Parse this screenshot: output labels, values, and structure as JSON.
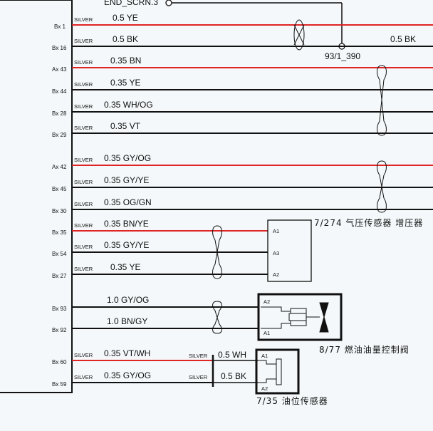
{
  "colors": {
    "red": "#e02424",
    "black": "#111111"
  },
  "top_label": "END_SCRN.3",
  "splice_label": "93/1_390",
  "right_wire_label": "0.5  BK",
  "rows": [
    {
      "pin": "Bx 1",
      "silver": "SILVER",
      "label": "0.5  YE",
      "color": "red"
    },
    {
      "pin": "Bx 16",
      "silver": "SILVER",
      "label": "0.5  BK",
      "color": "black"
    },
    {
      "pin": "Ax 43",
      "silver": "SILVER",
      "label": "0.35  BN",
      "color": "red"
    },
    {
      "pin": "Bx 44",
      "silver": "SILVER",
      "label": "0.35  YE",
      "color": "black"
    },
    {
      "pin": "Bx 28",
      "silver": "SILVER",
      "label": "0.35  WH/OG",
      "color": "black"
    },
    {
      "pin": "Bx 29",
      "silver": "SILVER",
      "label": "0.35  VT",
      "color": "black"
    },
    {
      "pin": "Ax 42",
      "silver": "SILVER",
      "label": "0.35  GY/OG",
      "color": "red"
    },
    {
      "pin": "Bx 45",
      "silver": "SILVER",
      "label": "0.35  GY/YE",
      "color": "black"
    },
    {
      "pin": "Bx 30",
      "silver": "SILVER",
      "label": "0.35  OG/GN",
      "color": "black"
    },
    {
      "pin": "Bx 35",
      "silver": "SILVER",
      "label": "0.35  BN/YE",
      "color": "red"
    },
    {
      "pin": "Bx 54",
      "silver": "SILVER",
      "label": "0.35  GY/YE",
      "color": "black"
    },
    {
      "pin": "Bx 27",
      "silver": "SILVER",
      "label": "0.35  YE",
      "color": "black"
    },
    {
      "pin": "Bx 93",
      "silver": "",
      "label": "1.0  GY/OG",
      "color": "black"
    },
    {
      "pin": "Bx 92",
      "silver": "",
      "label": "1.0  BN/GY",
      "color": "black"
    },
    {
      "pin": "Bx 60",
      "silver": "SILVER",
      "label": "0.35  VT/WH",
      "color": "red"
    },
    {
      "pin": "Bx 59",
      "silver": "SILVER",
      "label": "0.35  GY/OG",
      "color": "black"
    }
  ],
  "right_rows": [
    {
      "silver": "SILVER",
      "label": "0.5  WH"
    },
    {
      "silver": "SILVER",
      "label": "0.5  BK"
    }
  ],
  "components": {
    "pressure_sensor": {
      "label": "7/274  气压传感器  增压器",
      "pins": [
        "A1",
        "A3",
        "A2"
      ]
    },
    "fuel_valve": {
      "label": "8/77  燃油油量控制阀",
      "pins": [
        "A2",
        "A1"
      ]
    },
    "oil_sensor": {
      "label": "7/35  油位传感器",
      "pins": [
        "A1",
        "A2"
      ]
    }
  }
}
